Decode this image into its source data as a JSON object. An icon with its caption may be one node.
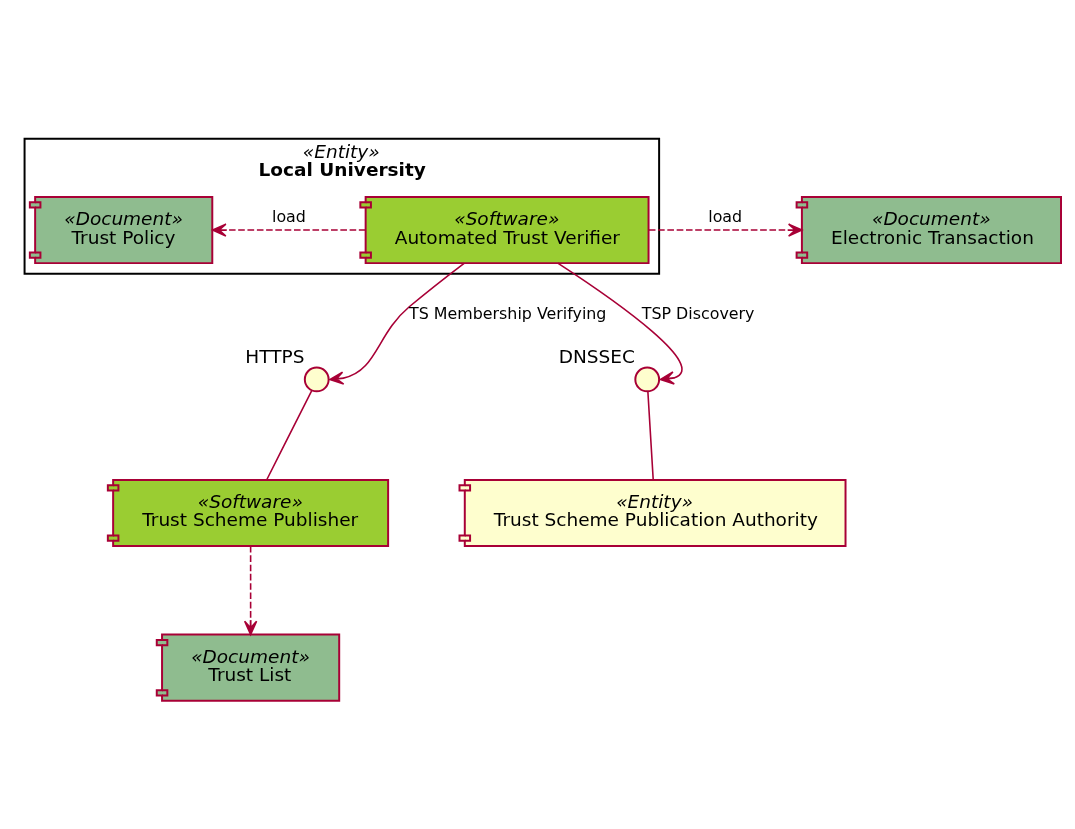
{
  "diagram": {
    "nodes": [
      {
        "text": [
          "«Entity»",
          "Local University"
        ]
      },
      {
        "text": [
          "«Document»",
          "Electronic Transaction"
        ]
      },
      {
        "text": [
          "«Software»",
          "Automated Trust Verifier"
        ],
        "in": 0
      },
      {
        "text": [
          "«Document»",
          "Trust Policy"
        ],
        "in": 0
      },
      {
        "text": [
          "HTTPS"
        ]
      },
      {
        "text": [
          "DNSSEC"
        ]
      },
      {
        "text": [
          "«Software»",
          "Trust Scheme Publisher"
        ]
      },
      {
        "text": [
          "«Entity»",
          "Trust Scheme Publication Authority"
        ]
      },
      {
        "text": [
          "«Document»",
          "Trust List"
        ]
      }
    ],
    "edges": [
      {
        "from": 2,
        "to": 1,
        "arrow": "to",
        "style": "dashed",
        "label": "load"
      },
      {
        "from": 2,
        "to": 3,
        "arrow": "to",
        "style": "dashed",
        "label": "load"
      },
      {
        "from": 2,
        "to": 4,
        "arrow": "to",
        "label": "TS Membership Verifying"
      },
      {
        "from": 2,
        "to": 5,
        "arrow": "to",
        "label": "TSP Discovery"
      },
      {
        "from": 4,
        "to": 6,
        "arrow": "none"
      },
      {
        "from": 5,
        "to": 7,
        "arrow": "none"
      },
      {
        "from": 6,
        "to": 8,
        "arrow": "to",
        "style": "dashed"
      }
    ]
  }
}
